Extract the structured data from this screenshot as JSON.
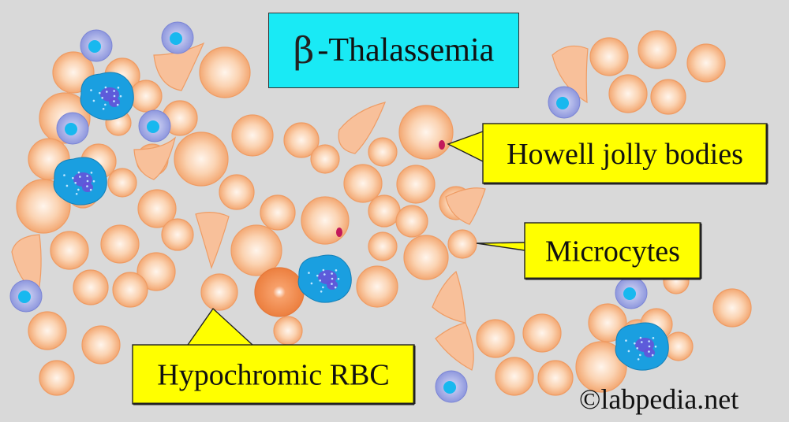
{
  "title": {
    "symbol": "β",
    "text": "-Thalassemia"
  },
  "callouts": {
    "howell": "Howell jolly bodies",
    "microcytes": "Microcytes",
    "hypochromic": "Hypochromic RBC"
  },
  "watermark": "©labpedia.net",
  "colors": {
    "background": "#d9d9d9",
    "title_box": "#19eaf5",
    "callout_box": "#ffff00",
    "rbc": "#f7b98a",
    "rbc_center": "#fff2e6",
    "dense_rbc": "#f08a4b",
    "neutrophil": "#1a9fe0",
    "lymphocyte": "#aab0e8",
    "jolly_body": "#c2185b"
  }
}
